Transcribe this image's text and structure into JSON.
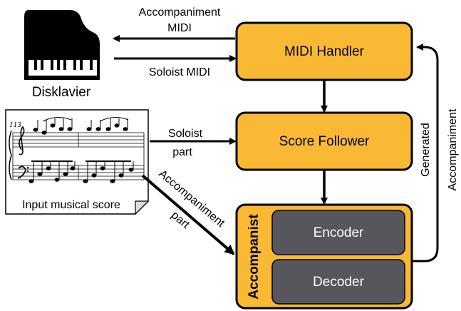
{
  "nodes": {
    "piano_label": "Disklavier",
    "midi_handler": "MIDI Handler",
    "score_follower": "Score Follower",
    "accompanist": "Accompanist",
    "encoder": "Encoder",
    "decoder": "Decoder",
    "score_caption": "Input musical score",
    "measure_number": "113"
  },
  "edges": {
    "accompaniment_midi_line1": "Accompaniment",
    "accompaniment_midi_line2": "MIDI",
    "soloist_midi": "Soloist MIDI",
    "soloist_part_line1": "Soloist",
    "soloist_part_line2": "part",
    "accompaniment_part_line1": "Accompaniment",
    "accompaniment_part_line2": "part",
    "generated_line1": "Generated",
    "generated_line2": "Accompaniment"
  },
  "colors": {
    "box_fill": "#f9b935",
    "inner_fill": "#56565c",
    "stroke": "#000000"
  }
}
